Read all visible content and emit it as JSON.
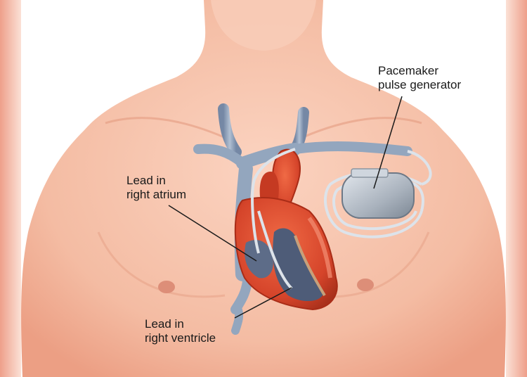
{
  "labels": {
    "pacemaker": [
      "Pacemaker",
      "pulse generator"
    ],
    "atrium": [
      "Lead in",
      "right atrium"
    ],
    "ventricle": [
      "Lead in",
      "right ventricle"
    ]
  },
  "colors": {
    "background_side": "#f2b7a2",
    "skin": "#f5bfa6",
    "skin_shadow": "#e59b80",
    "vein": "#93a6be",
    "heart": "#d94b2b",
    "heart_dark": "#a92c17",
    "chamber": "#5d6c88",
    "device": "#b8bfc7",
    "lead": "#dde3ea",
    "text": "#1a1a1a"
  }
}
